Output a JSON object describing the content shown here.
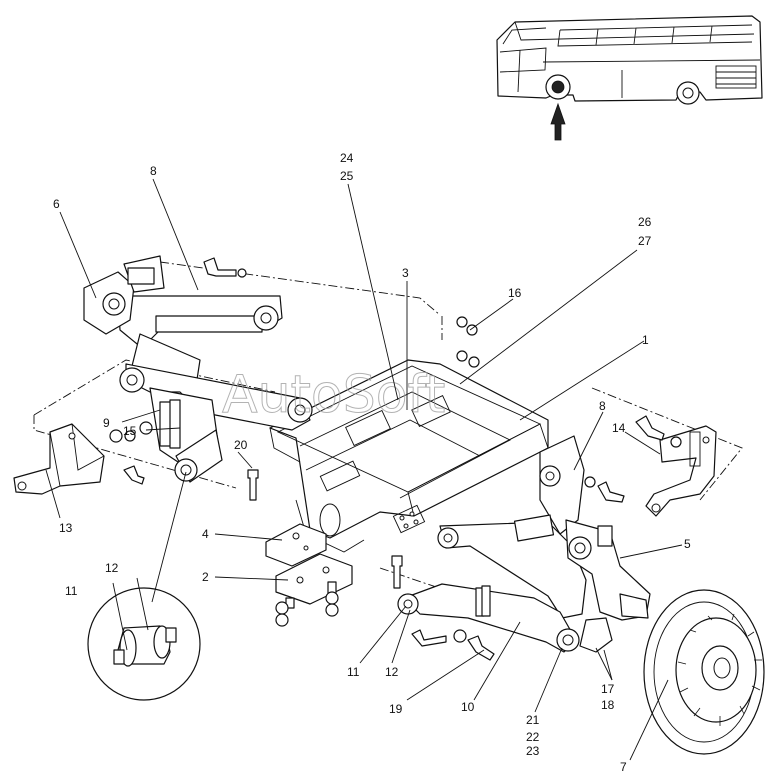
{
  "watermark": "AutoSoft",
  "callouts": [
    {
      "id": "c1",
      "text": "1"
    },
    {
      "id": "c2",
      "text": "2"
    },
    {
      "id": "c3",
      "text": "3"
    },
    {
      "id": "c4",
      "text": "4"
    },
    {
      "id": "c5",
      "text": "5"
    },
    {
      "id": "c6",
      "text": "6"
    },
    {
      "id": "c7",
      "text": "7"
    },
    {
      "id": "c8a",
      "text": "8"
    },
    {
      "id": "c8b",
      "text": "8"
    },
    {
      "id": "c9",
      "text": "9"
    },
    {
      "id": "c10",
      "text": "10"
    },
    {
      "id": "c11a",
      "text": "11"
    },
    {
      "id": "c11b",
      "text": "11"
    },
    {
      "id": "c12a",
      "text": "12"
    },
    {
      "id": "c12b",
      "text": "12"
    },
    {
      "id": "c13",
      "text": "13"
    },
    {
      "id": "c14",
      "text": "14"
    },
    {
      "id": "c15",
      "text": "15"
    },
    {
      "id": "c16",
      "text": "16"
    },
    {
      "id": "c17",
      "text": "17"
    },
    {
      "id": "c18",
      "text": "18"
    },
    {
      "id": "c19",
      "text": "19"
    },
    {
      "id": "c20",
      "text": "20"
    },
    {
      "id": "c21",
      "text": "21"
    },
    {
      "id": "c22",
      "text": "22"
    },
    {
      "id": "c23",
      "text": "23"
    },
    {
      "id": "c24",
      "text": "24"
    },
    {
      "id": "c25",
      "text": "25"
    },
    {
      "id": "c26",
      "text": "26"
    },
    {
      "id": "c27",
      "text": "27"
    }
  ]
}
